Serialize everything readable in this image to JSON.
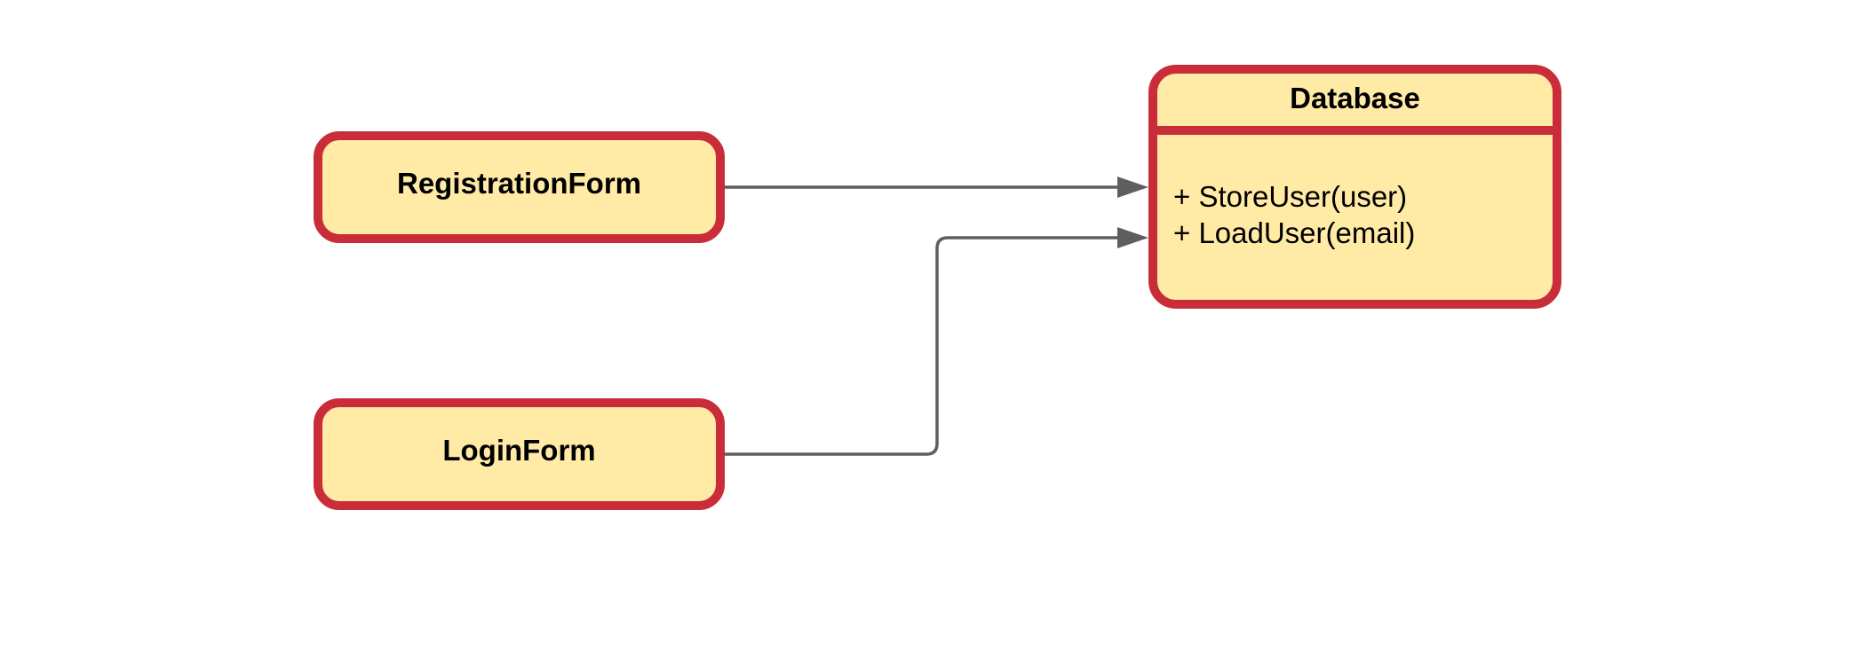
{
  "diagram": {
    "nodes": {
      "registration_form": {
        "title": "RegistrationForm"
      },
      "login_form": {
        "title": "LoginForm"
      },
      "database": {
        "title": "Database",
        "members": [
          "+ StoreUser(user)",
          "+ LoadUser(email)"
        ]
      }
    },
    "edges": [
      {
        "from": "RegistrationForm",
        "to": "Database"
      },
      {
        "from": "LoginForm",
        "to": "Database"
      }
    ],
    "colors": {
      "fill": "#ffeaa6",
      "border": "#c92d39",
      "connector": "#5e5e5e",
      "text": "#000000"
    }
  }
}
